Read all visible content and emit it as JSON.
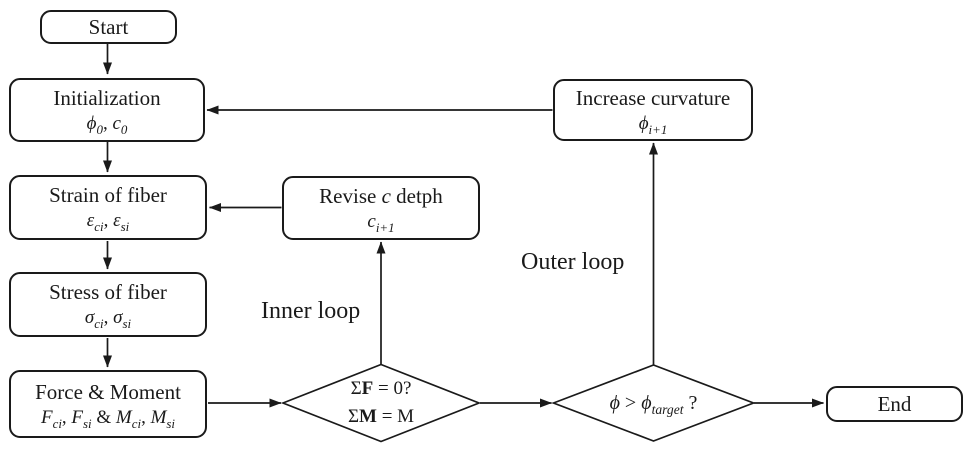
{
  "nodes": {
    "start": {
      "label": "Start"
    },
    "init": {
      "title": "Initialization",
      "sub_html": "<i>ϕ<sub>0</sub></i>, <i>c<sub>0</sub></i>"
    },
    "strain": {
      "title": "Strain of fiber",
      "sub_html": "<i>ε<sub>ci</sub></i>, <i>ε<sub>si</sub></i>"
    },
    "stress": {
      "title": "Stress of fiber",
      "sub_html": "<i>σ<sub>ci</sub></i>, <i>σ<sub>si</sub></i>"
    },
    "force": {
      "title": "Force & Moment",
      "sub_html": "<i>F<sub>ci</sub></i>, <i>F<sub>si</sub></i> &amp; <i>M<sub>ci</sub></i>, <i>M<sub>si</sub></i>"
    },
    "revise": {
      "title_html": "Revise <i>c</i> detph",
      "sub_html": "<i>c<sub>i+1</sub></i>"
    },
    "increase": {
      "title": "Increase curvature",
      "sub_html": "<i>ϕ<sub>i+1</sub></i>"
    },
    "end": {
      "label": "End"
    }
  },
  "decisions": {
    "force_balance": {
      "line1_html": "Σ<b>F</b> = 0?",
      "line2_html": "Σ<b>M</b> = M"
    },
    "curvature_check": {
      "label_html": "<i>ϕ</i> &gt; <i>ϕ<sub>target</sub></i> ?"
    }
  },
  "labels": {
    "inner_loop": "Inner loop",
    "outer_loop": "Outer loop"
  },
  "colors": {
    "line": "#1a1a1a",
    "background": "#ffffff",
    "text": "#1a1a1a"
  }
}
